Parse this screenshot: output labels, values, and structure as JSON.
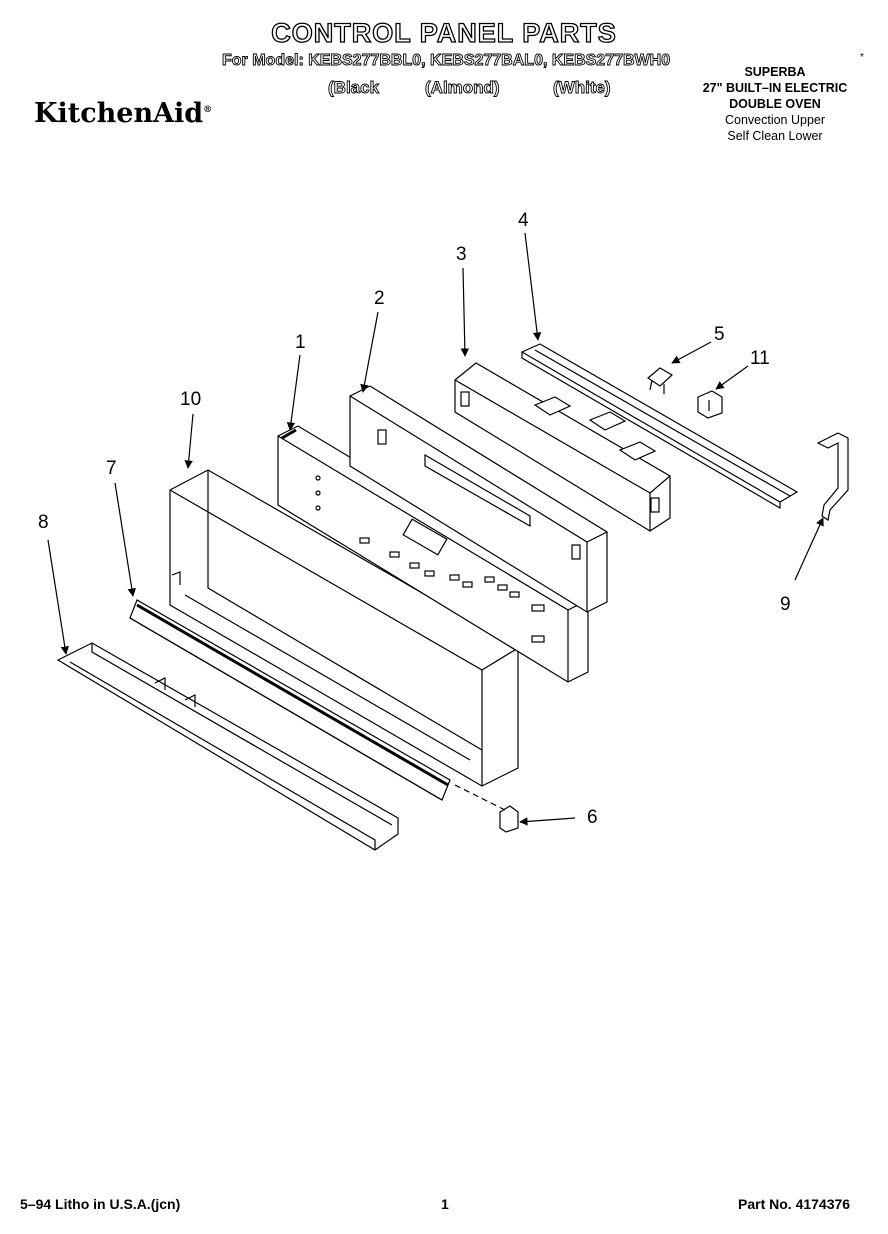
{
  "header": {
    "title": "CONTROL PANEL PARTS",
    "model_line": "For Model: KEBS277BBL0, KEBS277BAL0, KEBS277BWH0",
    "colors": [
      "(Black",
      "(Almond)",
      "(White)"
    ],
    "brand": "KitchenAid",
    "trademark": "®",
    "mark": "*"
  },
  "description": {
    "lines": [
      "SUPERBA",
      "27\" BUILT–IN ELECTRIC",
      "DOUBLE OVEN",
      "Convection Upper",
      "Self Clean Lower"
    ]
  },
  "callouts": {
    "c1": "1",
    "c2": "2",
    "c3": "3",
    "c4": "4",
    "c5": "5",
    "c6": "6",
    "c7": "7",
    "c8": "8",
    "c9": "9",
    "c10": "10",
    "c11": "11"
  },
  "footer": {
    "litho": "5–94 Litho in U.S.A.(jcn)",
    "page": "1",
    "part_no": "Part No. 4174376"
  }
}
